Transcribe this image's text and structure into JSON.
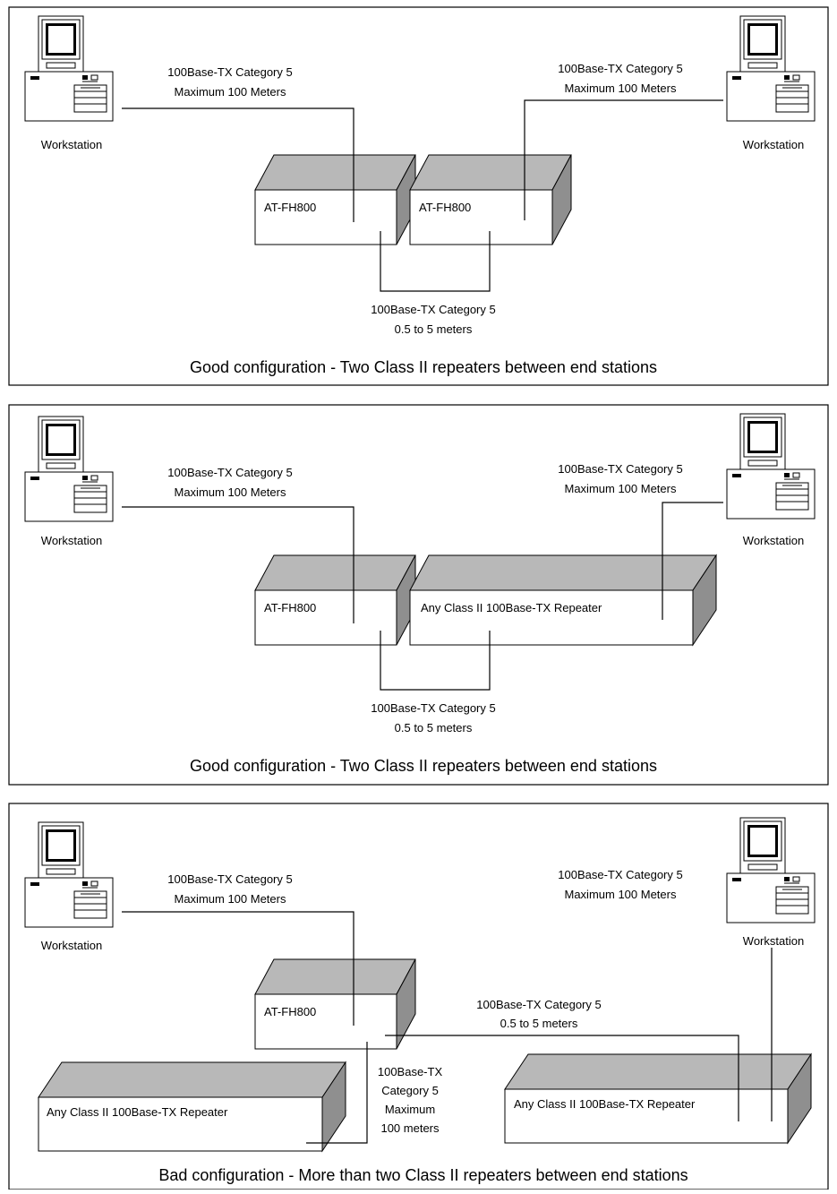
{
  "panels": [
    {
      "caption": "Good configuration - Two Class II repeaters between end stations",
      "workstation_left": "Workstation",
      "workstation_right": "Workstation",
      "left_cable": {
        "line1": "100Base-TX Category 5",
        "line2": "Maximum 100 Meters"
      },
      "right_cable": {
        "line1": "100Base-TX Category 5",
        "line2": "Maximum 100 Meters"
      },
      "device_left": "AT-FH800",
      "device_right": "AT-FH800",
      "interconnect": {
        "line1": "100Base-TX Category 5",
        "line2": "0.5 to 5 meters"
      }
    },
    {
      "caption": "Good configuration - Two Class II repeaters between end stations",
      "workstation_left": "Workstation",
      "workstation_right": "Workstation",
      "left_cable": {
        "line1": "100Base-TX Category 5",
        "line2": "Maximum 100 Meters"
      },
      "right_cable": {
        "line1": "100Base-TX Category 5",
        "line2": "Maximum 100 Meters"
      },
      "device_left": "AT-FH800",
      "device_right": "Any Class II 100Base-TX Repeater",
      "interconnect": {
        "line1": "100Base-TX Category 5",
        "line2": "0.5 to 5 meters"
      }
    },
    {
      "caption": "Bad configuration - More than two Class II repeaters between end stations",
      "workstation_left": "Workstation",
      "workstation_right": "Workstation",
      "left_cable": {
        "line1": "100Base-TX Category 5",
        "line2": "Maximum 100 Meters"
      },
      "right_cable": {
        "line1": "100Base-TX Category 5",
        "line2": "Maximum 100 Meters"
      },
      "middle_cable": {
        "line1": "100Base-TX Category 5",
        "line2": "0.5 to 5 meters"
      },
      "device_center": "AT-FH800",
      "device_left": "Any Class II 100Base-TX Repeater",
      "device_right": "Any Class II 100Base-TX Repeater",
      "vertical_cable": {
        "line1": "100Base-TX",
        "line2": "Category 5",
        "line3": "Maximum",
        "line4": "100 meters"
      }
    }
  ]
}
